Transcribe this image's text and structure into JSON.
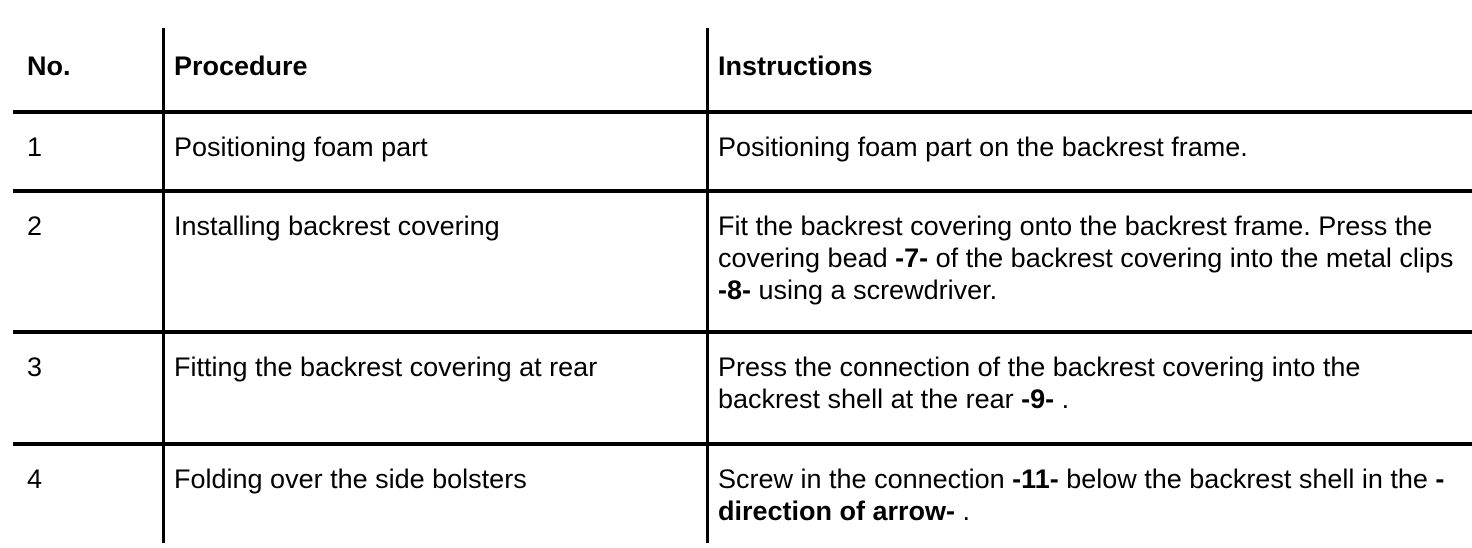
{
  "page": {
    "background": "#ffffff",
    "text_color": "#000000",
    "rule_color": "#000000"
  },
  "table": {
    "columns": [
      {
        "key": "no",
        "label": "No."
      },
      {
        "key": "procedure",
        "label": "Procedure"
      },
      {
        "key": "instructions",
        "label": "Instructions"
      }
    ],
    "rows": [
      {
        "no": "1",
        "procedure": "Positioning foam part",
        "instructions": [
          {
            "text": "Positioning foam part on the backrest frame.",
            "bold": false
          }
        ]
      },
      {
        "no": "2",
        "procedure": "Installing backrest covering",
        "instructions": [
          {
            "text": "Fit the backrest covering onto the backrest frame. Press the covering bead ",
            "bold": false
          },
          {
            "text": "-7-",
            "bold": true
          },
          {
            "text": " of the backrest covering into the metal clips ",
            "bold": false
          },
          {
            "text": "-8-",
            "bold": true
          },
          {
            "text": " using a screwdriver.",
            "bold": false
          }
        ]
      },
      {
        "no": "3",
        "procedure": "Fitting the backrest covering at rear",
        "instructions": [
          {
            "text": "Press the connection of the backrest covering into the backrest shell at the rear ",
            "bold": false
          },
          {
            "text": "-9-",
            "bold": true
          },
          {
            "text": " .",
            "bold": false
          }
        ]
      },
      {
        "no": "4",
        "procedure": "Folding over the side bolsters",
        "instructions": [
          {
            "text": "Screw in the connection ",
            "bold": false
          },
          {
            "text": "-11-",
            "bold": true
          },
          {
            "text": " below the backrest shell in the ",
            "bold": false
          },
          {
            "text": "-direction of arrow-",
            "bold": true
          },
          {
            "text": " .",
            "bold": false
          }
        ]
      }
    ]
  }
}
